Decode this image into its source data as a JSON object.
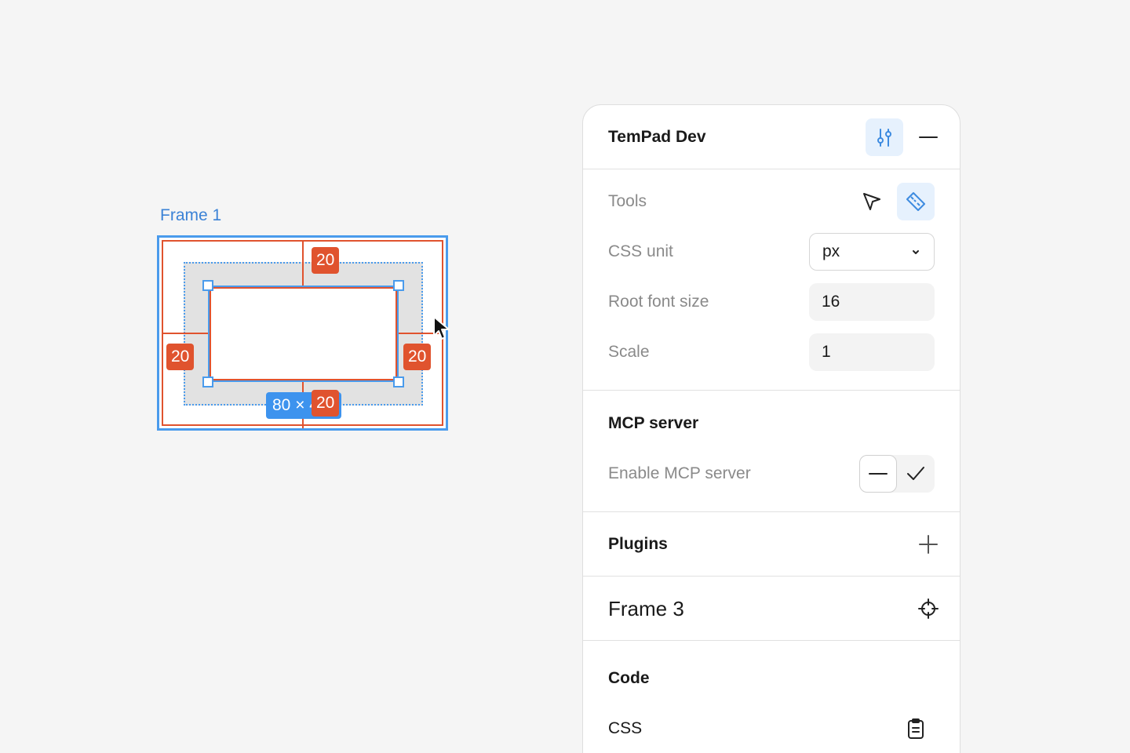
{
  "canvas": {
    "frame_label": "Frame 1",
    "spacing_top": "20",
    "spacing_left": "20",
    "spacing_right": "20",
    "spacing_bottom": "20",
    "size_label": "80 × 40",
    "accent_blue": "#4a9bec",
    "measure_red": "#e0532e"
  },
  "panel": {
    "header": {
      "title": "TemPad Dev"
    },
    "settings": {
      "tools_label": "Tools",
      "css_unit_label": "CSS unit",
      "css_unit_value": "px",
      "root_font_size_label": "Root font size",
      "root_font_size_value": "16",
      "scale_label": "Scale",
      "scale_value": "1"
    },
    "mcp": {
      "title": "MCP server",
      "enable_label": "Enable MCP server"
    },
    "plugins": {
      "title": "Plugins"
    },
    "selection": {
      "title": "Frame 3"
    },
    "code": {
      "title": "Code",
      "css_label": "CSS"
    }
  }
}
